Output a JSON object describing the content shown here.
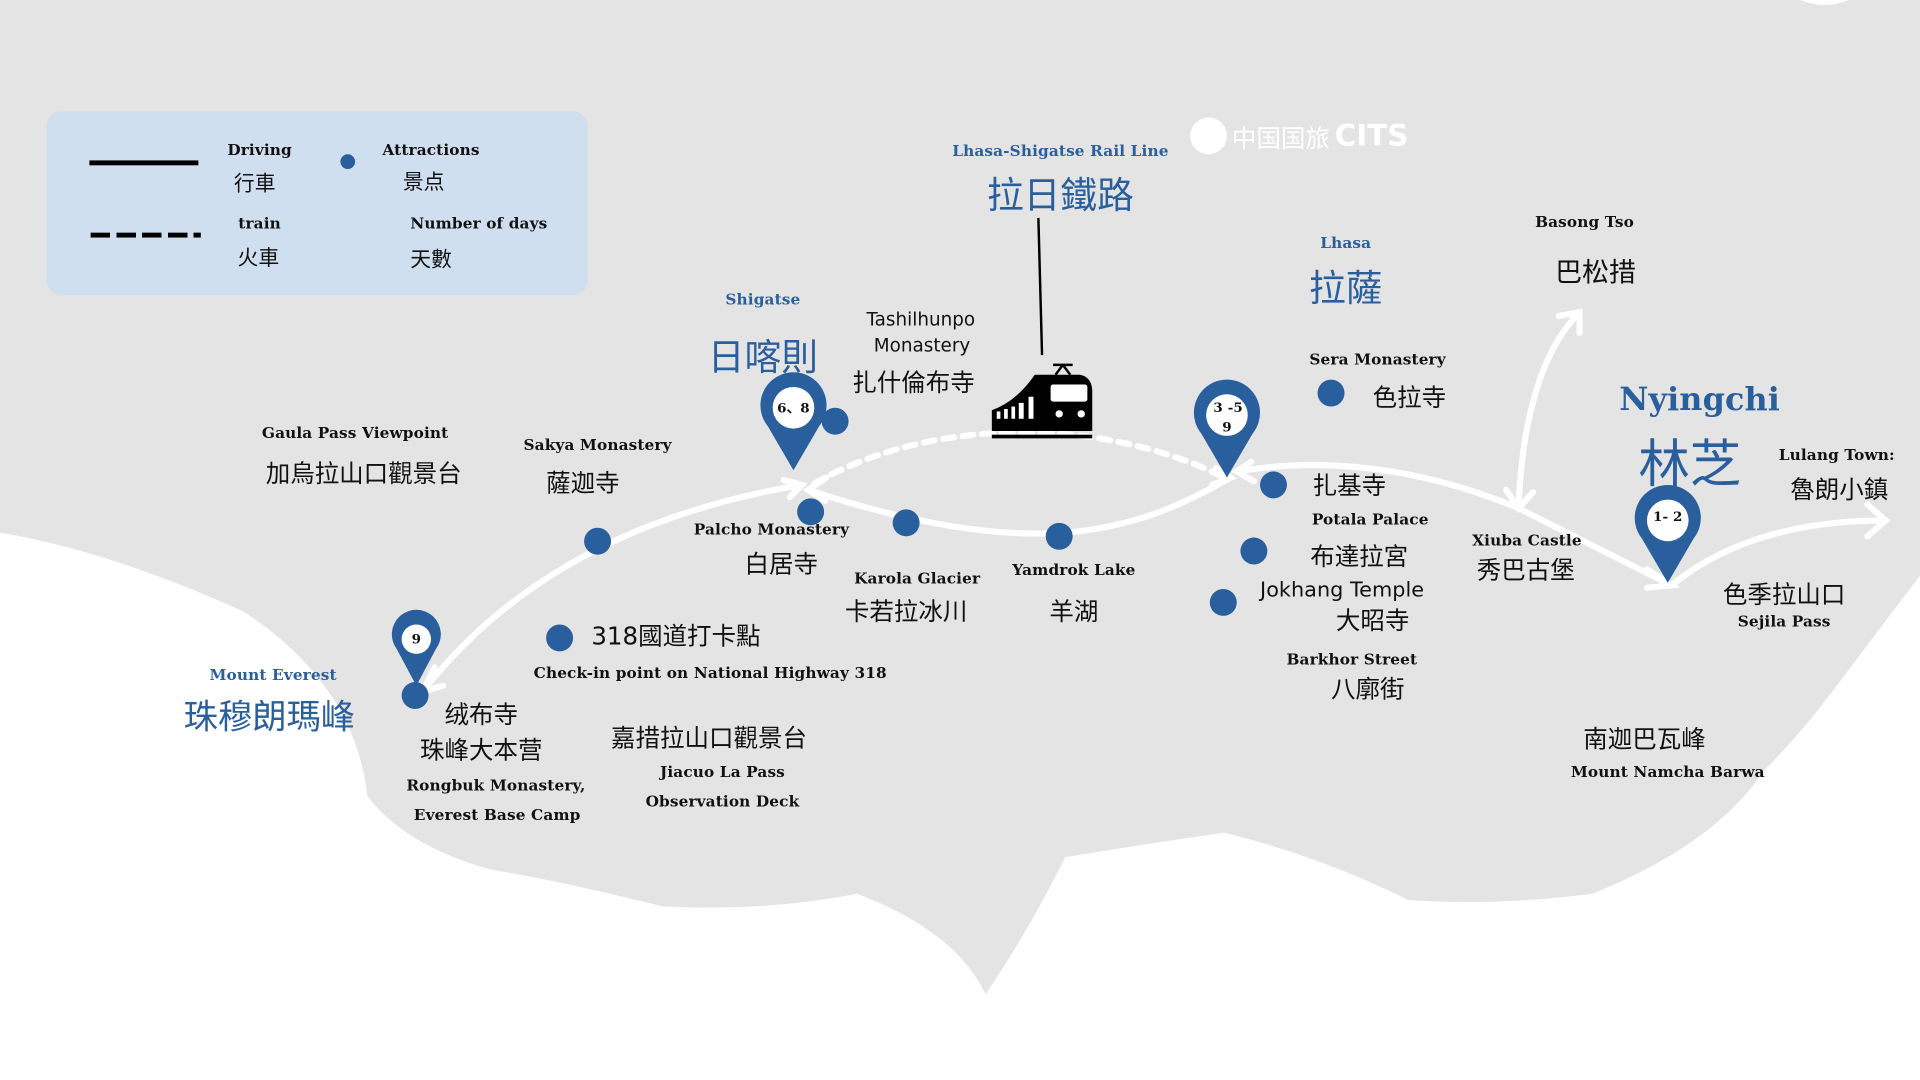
{
  "legend": {
    "driving_en": "Driving",
    "driving_zh": "行車",
    "train_en": "train",
    "train_zh": "火車",
    "attractions_en": "Attractions",
    "attractions_zh": "景点",
    "days_en": "Number of days",
    "days_zh": "天數"
  },
  "logo": {
    "zh": "中国国旅",
    "en": "CITS"
  },
  "rail": {
    "en": "Lhasa-Shigatse  Rail Line",
    "zh": "拉日鐵路"
  },
  "cities": {
    "lhasa": {
      "en": "Lhasa",
      "zh": "拉薩"
    },
    "shigatse": {
      "en": "Shigatse",
      "zh": "日喀則"
    },
    "nyingchi": {
      "en": "Nyingchi",
      "zh": "林芝"
    },
    "everest": {
      "en": "Mount Everest",
      "zh": "珠穆朗瑪峰"
    }
  },
  "pins": {
    "everest": "9",
    "shigatse": "6、8",
    "lhasa_1": "3 -5",
    "lhasa_2": "9",
    "nyingchi": "1- 2"
  },
  "places": {
    "basong_en": "Basong Tso",
    "basong_zh": "巴松措",
    "tashi_en1": "Tashilhunpo",
    "tashi_en2": "Monastery",
    "tashi_zh": "扎什倫布寺",
    "sera_en": "Sera Monastery",
    "sera_zh": "色拉寺",
    "lulang_en": "Lulang Town:",
    "lulang_zh": "魯朗小鎮",
    "gaula_en": "Gaula Pass Viewpoint",
    "gaula_zh": "加烏拉山口觀景台",
    "sakya_en": "Sakya Monastery",
    "sakya_zh": "薩迦寺",
    "zhaji_zh": "扎基寺",
    "potala_en": "Potala Palace",
    "potala_zh": "布達拉宮",
    "palcho_en": "Palcho Monastery",
    "palcho_zh": "白居寺",
    "karola_en": "Karola Glacier",
    "karola_zh": "卡若拉冰川",
    "yamdrok_en": "Yamdrok Lake",
    "yamdrok_zh": "羊湖",
    "xiuba_en": "Xiuba Castle",
    "xiuba_zh": "秀巴古堡",
    "jokhang_en": "Jokhang Temple",
    "jokhang_zh": "大昭寺",
    "sejila_zh": "色季拉山口",
    "sejila_en": "Sejila Pass",
    "g318_zh": "318國道打卡點",
    "g318_en": "Check-in point on National Highway 318",
    "barkhor_en": "Barkhor Street",
    "barkhor_zh": "八廓街",
    "rongbuk_zh": "绒布寺",
    "ebc_zh": "珠峰大本营",
    "rongbuk_en": "Rongbuk Monastery,",
    "ebc_en": "Everest Base Camp",
    "jiacuo_zh": "嘉措拉山口觀景台",
    "jiacuo_en1": "Jiacuo La Pass",
    "jiacuo_en2": "Observation Deck",
    "namcha_zh": "南迦巴瓦峰",
    "namcha_en": "Mount Namcha Barwa"
  },
  "colors": {
    "accent": "#2a5f9e",
    "land": "#e4e4e4",
    "legend_bg": "#cfdff0"
  }
}
